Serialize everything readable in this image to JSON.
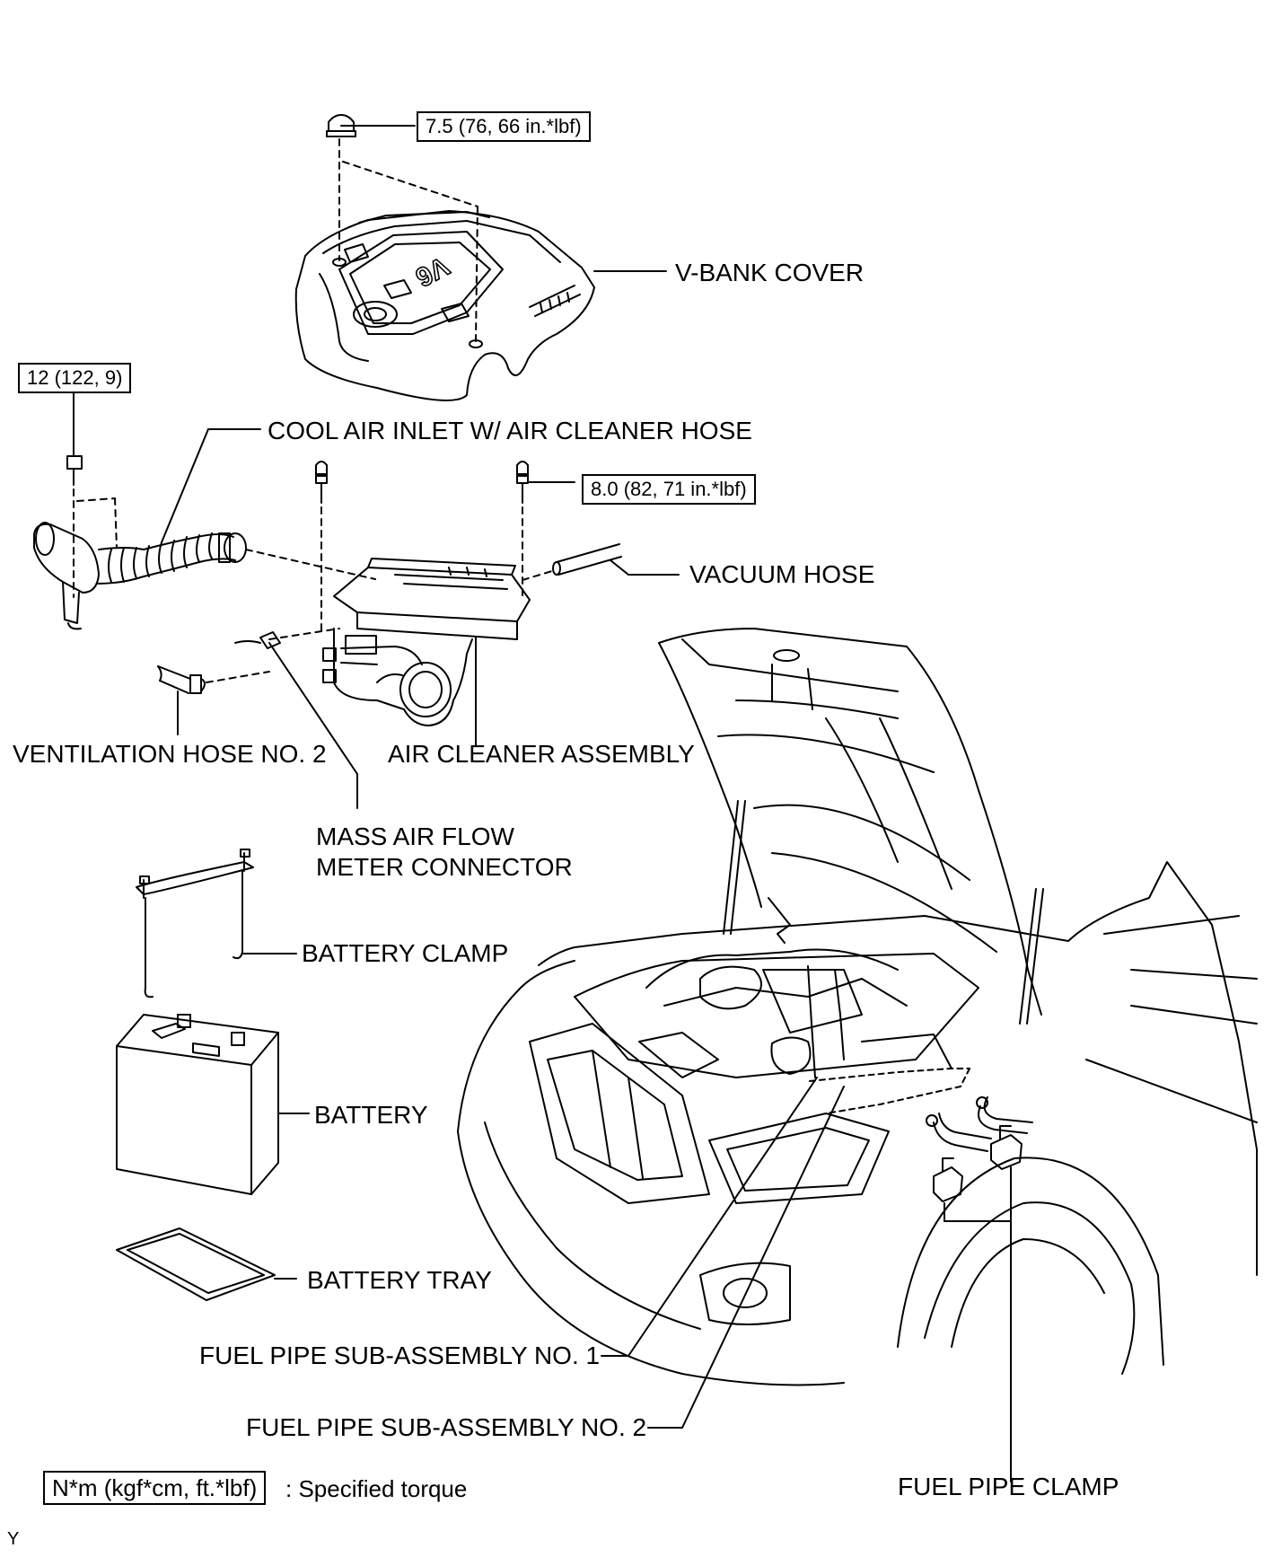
{
  "torque_specs": {
    "vbank_cover_nut": "7.5 (76, 66 in.*lbf)",
    "cool_air_inlet_bolt": "12 (122, 9)",
    "air_cleaner_bolt": "8.0 (82, 71 in.*lbf)"
  },
  "labels": {
    "vbank_cover": "V-BANK COVER",
    "cool_air_inlet": "COOL AIR INLET W/ AIR CLEANER HOSE",
    "vacuum_hose": "VACUUM HOSE",
    "ventilation_hose": "VENTILATION HOSE NO. 2",
    "air_cleaner_assembly": "AIR CLEANER ASSEMBLY",
    "maf_connector_line1": "MASS AIR FLOW",
    "maf_connector_line2": "METER CONNECTOR",
    "battery_clamp": "BATTERY CLAMP",
    "battery": "BATTERY",
    "battery_tray": "BATTERY TRAY",
    "fuel_pipe_1": "FUEL PIPE SUB-ASSEMBLY NO. 1",
    "fuel_pipe_2": "FUEL PIPE SUB-ASSEMBLY NO. 2",
    "fuel_pipe_clamp": "FUEL PIPE CLAMP"
  },
  "legend": {
    "unit": "N*m (kgf*cm, ft.*lbf)",
    "description": ": Specified torque"
  },
  "corner_mark": "Y",
  "cover_marking": "V6"
}
